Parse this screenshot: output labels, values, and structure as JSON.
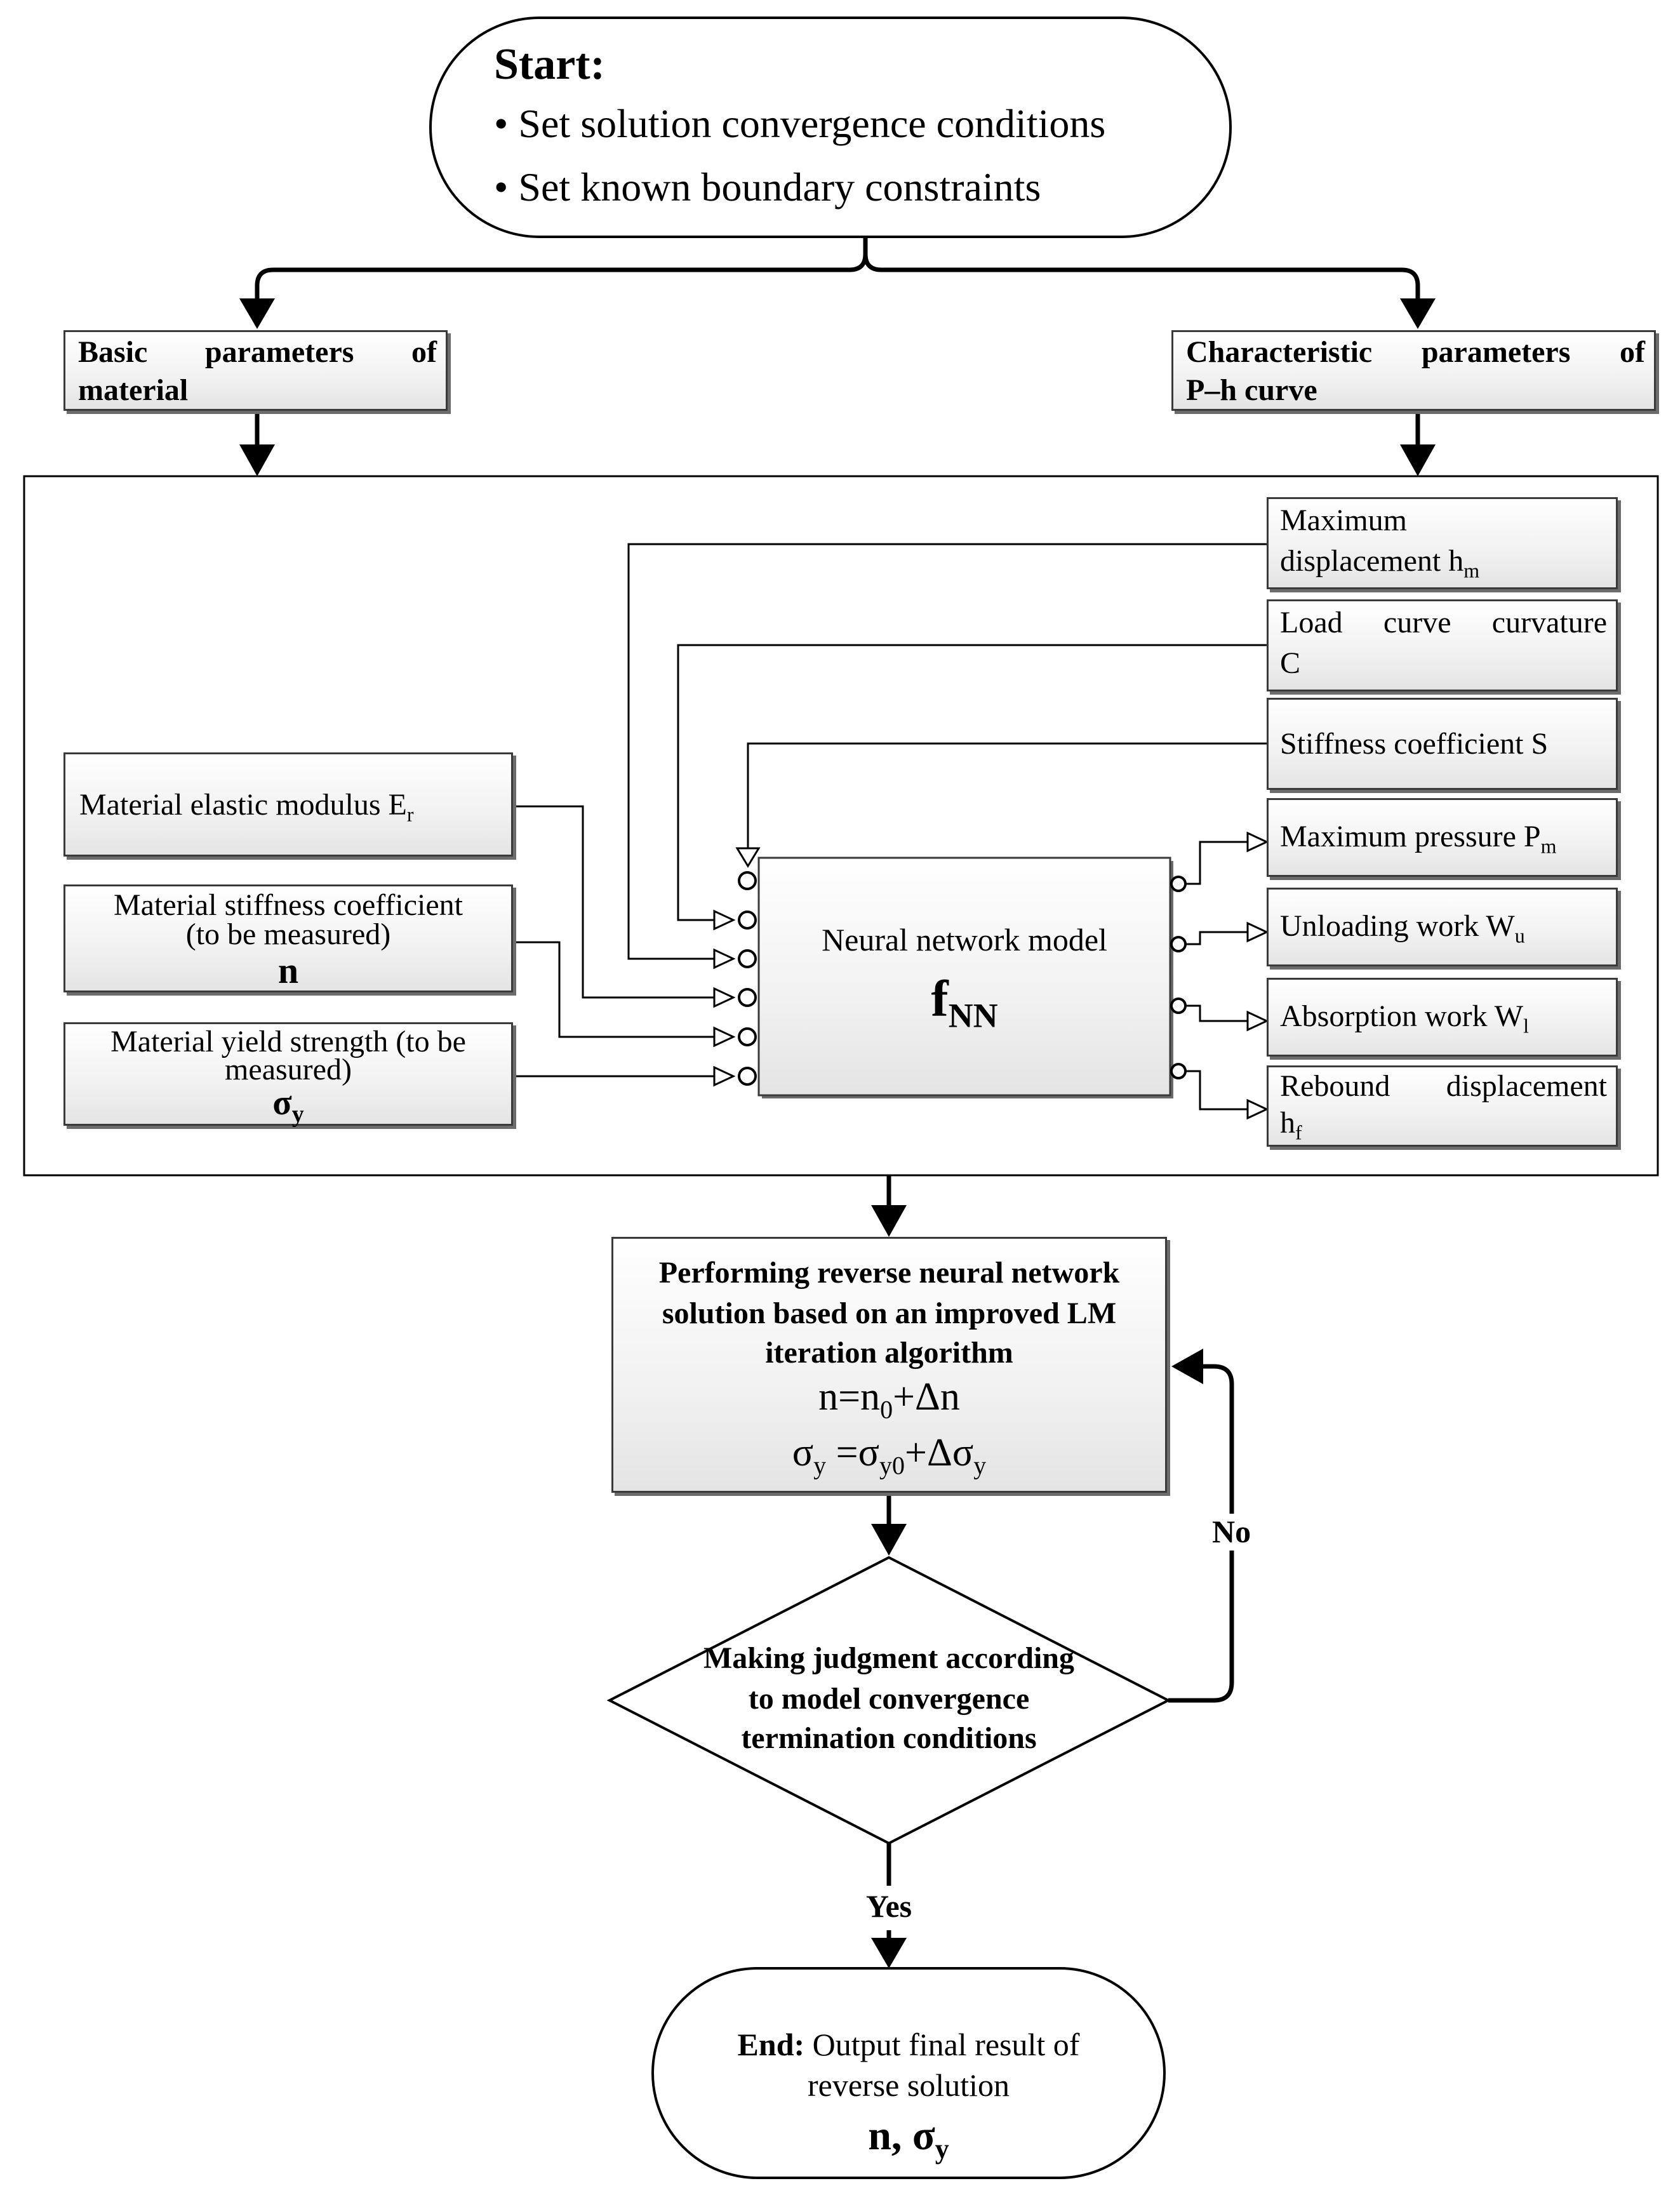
{
  "start": {
    "title": "Start:",
    "items": [
      "Set solution convergence conditions",
      "Set known boundary constraints"
    ]
  },
  "basic_header": {
    "line1": "Basic   parameters   of",
    "line2": "material"
  },
  "char_header": {
    "line1": "Characteristic  parameters  of",
    "line2": "P–h curve"
  },
  "inputs": {
    "er": {
      "text": "Material elastic modulus E",
      "sub": "r"
    },
    "n": {
      "line1": "Material stiffness coefficient",
      "line2": "(to be measured)",
      "symbol": "n"
    },
    "sy": {
      "line1": "Material yield strength (to be",
      "line2": "measured)",
      "symbol": "σ",
      "sub": "y"
    }
  },
  "params": {
    "hm": {
      "line1": "Maximum",
      "line2": "displacement h",
      "sub": "m"
    },
    "c": {
      "line1": "Load  curve  curvature",
      "line2": "C"
    },
    "s": {
      "text": "Stiffness coefficient S"
    }
  },
  "outputs": {
    "pm": {
      "text": "Maximum pressure P",
      "sub": "m"
    },
    "wu": {
      "text": "Unloading work W",
      "sub": "u"
    },
    "wl": {
      "text": "Absorption work W",
      "sub": "l"
    },
    "hf": {
      "line1": "Rebound  displacement",
      "line2": "h",
      "sub": "f"
    }
  },
  "nn": {
    "label": "Neural network model",
    "symbol": "f",
    "sub": "NN"
  },
  "reverse": {
    "line1": "Performing reverse neural network",
    "line2": "solution based on an improved LM",
    "line3": "iteration algorithm",
    "eq1": {
      "a": "n=n",
      "sub": "0",
      "b": "+Δn"
    },
    "eq2": {
      "a": "σ",
      "sub1": "y",
      "b": " =σ",
      "sub2": "y0",
      "c": "+Δσ",
      "sub3": "y"
    }
  },
  "judgment": {
    "line1": "Making judgment according",
    "line2": "to model convergence",
    "line3": "termination conditions"
  },
  "labels": {
    "no": "No",
    "yes": "Yes"
  },
  "end": {
    "title": "End:",
    "text1": " Output final result of",
    "text2": "reverse solution",
    "result": "n, σ",
    "result_sub": "y"
  },
  "colors": {
    "line": "#000000",
    "box_border": "#3a3a3a",
    "shadow": "#6c6c6c",
    "fill_top": "#ffffff",
    "fill_bottom": "#e4e4e4"
  }
}
